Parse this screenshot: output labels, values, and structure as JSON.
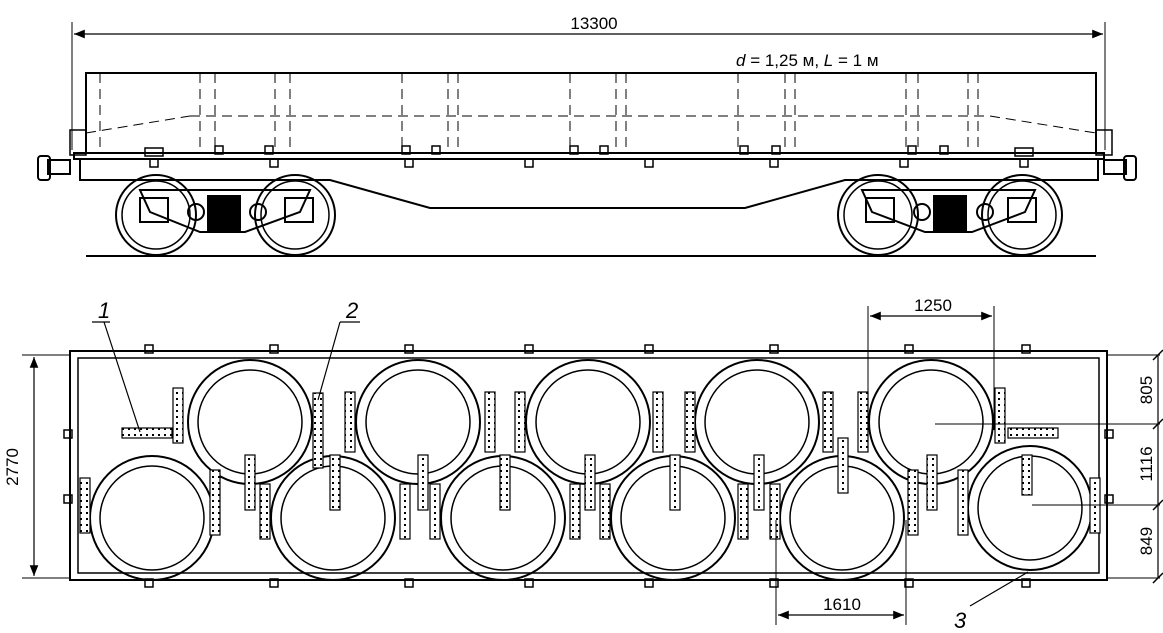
{
  "side_view": {
    "overall_length": "13300",
    "load_caption": {
      "d_symbol": "d",
      "d_value": " = 1,25 м, ",
      "l_symbol": "L",
      "l_value": " = 1 м"
    }
  },
  "plan_view": {
    "pipe_pitch": "1250",
    "row_spacing": "1610",
    "platform_width": "2770",
    "side_offsets": [
      "805",
      "1116",
      "849"
    ],
    "callouts": [
      "1",
      "2",
      "3"
    ]
  }
}
